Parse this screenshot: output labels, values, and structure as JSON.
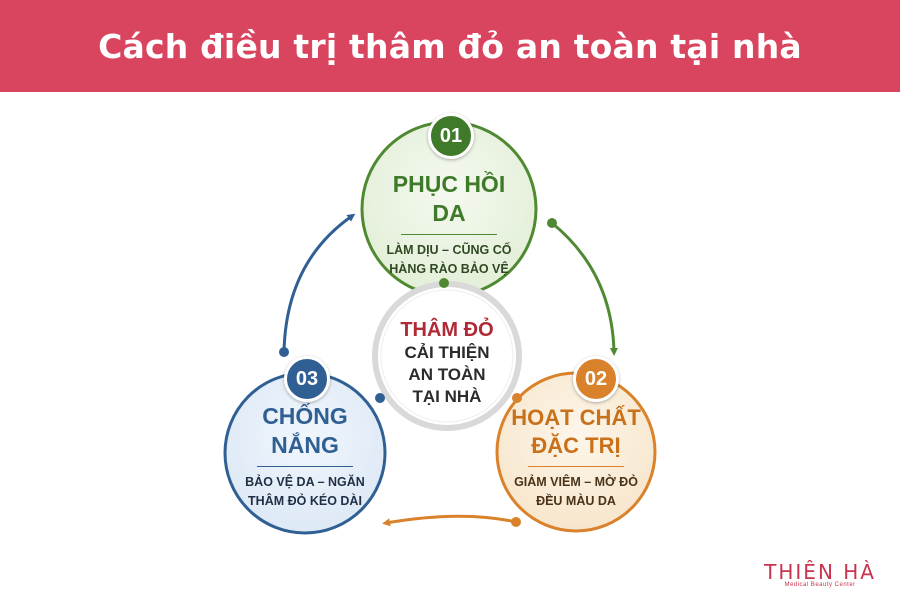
{
  "header": {
    "title": "Cách điều trị thâm đỏ an toàn tại nhà"
  },
  "center": {
    "line1": "THÂM ĐỎ",
    "line2": "CẢI THIỆN",
    "line3": "AN TOÀN",
    "line4": "TẠI NHÀ"
  },
  "steps": [
    {
      "number": "01",
      "title1": "PHỤC HỒI",
      "title2": "DA",
      "sub1": "LÀM DỊU – CŨNG CỐ",
      "sub2": "HÀNG RÀO BẢO VỆ",
      "color": "#3f7a2a"
    },
    {
      "number": "02",
      "title1": "HOẠT CHẤT",
      "title2": "ĐẶC TRỊ",
      "sub1": "GIẢM VIÊM – MỜ ĐỎ",
      "sub2": "ĐỀU MÀU DA",
      "color": "#d9822b"
    },
    {
      "number": "03",
      "title1": "CHỐNG",
      "title2": "NẮNG",
      "sub1": "BẢO VỆ DA – NGĂN",
      "sub2": "THÂM ĐỎ KÉO DÀI",
      "color": "#2f5f93"
    }
  ],
  "logo": {
    "name": "THIÊN HÀ",
    "tagline": "Medical Beauty Center"
  }
}
